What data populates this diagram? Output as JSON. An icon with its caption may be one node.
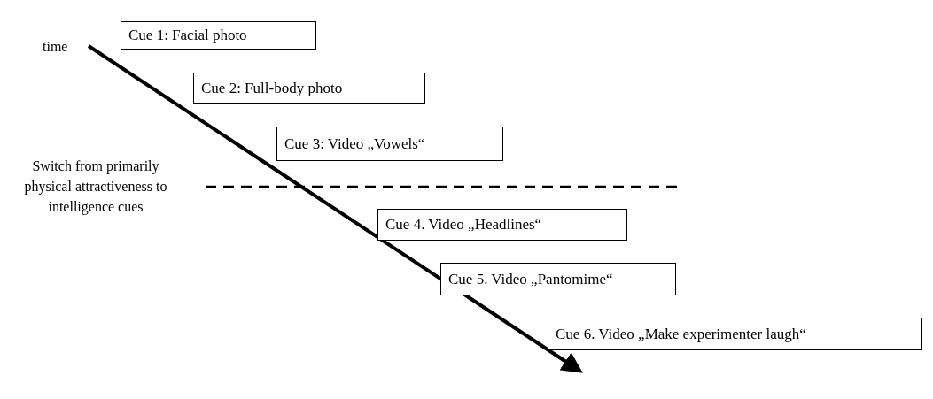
{
  "diagram": {
    "nodes": [
      {
        "text": [
          "Cue 1: Facial photo"
        ]
      },
      {
        "text": [
          "Cue 2: Full-body photo"
        ]
      },
      {
        "text": [
          "Cue 3: Video „Vowels“"
        ]
      },
      {
        "text": [
          "Cue 4. Video „Headlines“"
        ]
      },
      {
        "text": [
          "Cue 5. Video „Pantomime“"
        ]
      },
      {
        "text": [
          "Cue 6. Video „Make experimenter laugh“"
        ]
      }
    ],
    "edges": [],
    "labels": [
      "time",
      "Switch from primarily physical attractiveness to intelligence cues"
    ]
  }
}
